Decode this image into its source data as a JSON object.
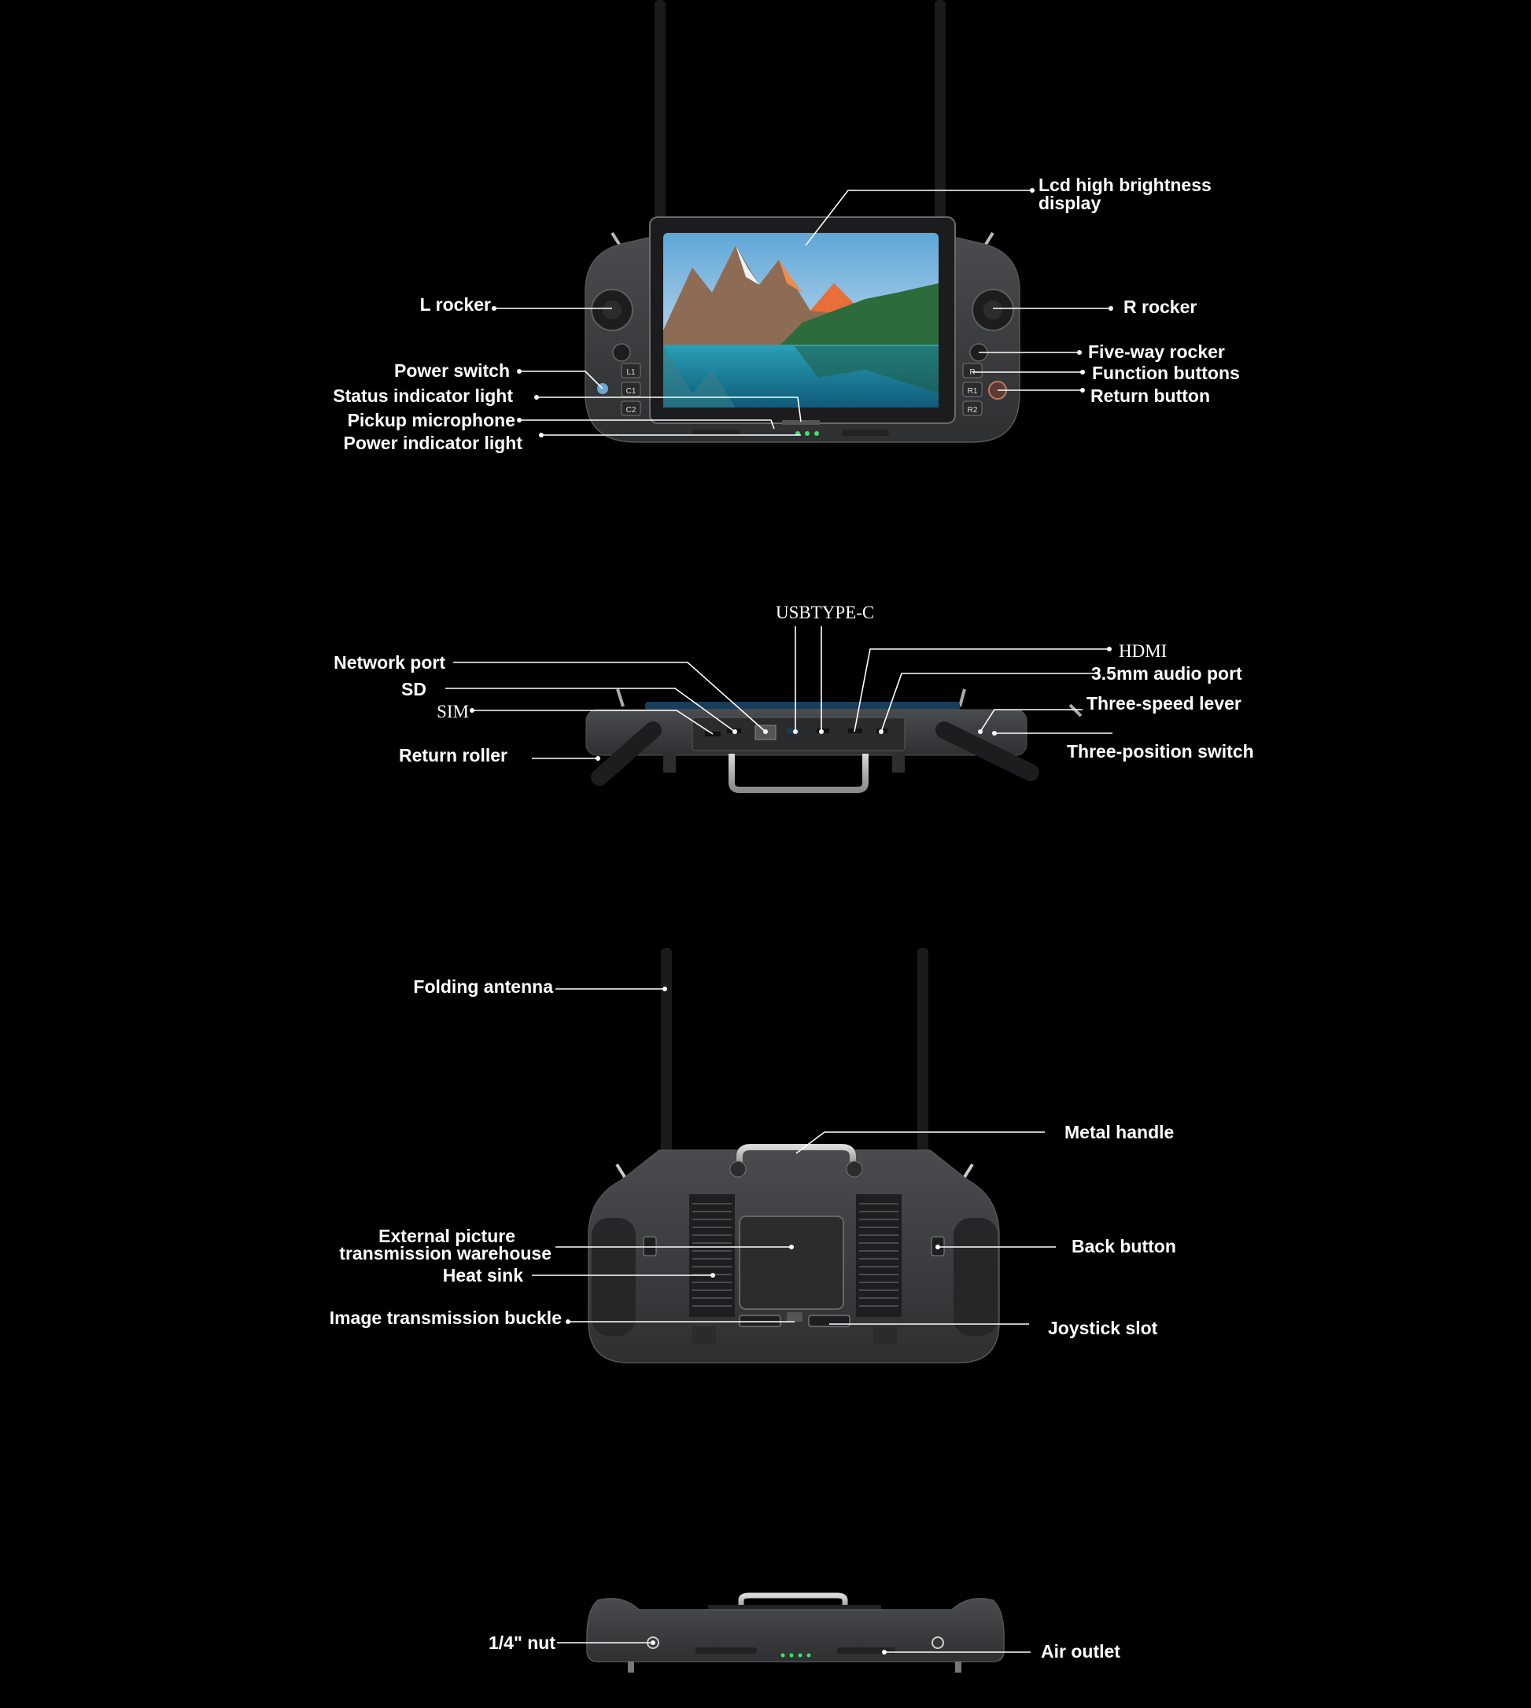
{
  "front_view": {
    "labels": {
      "lcd_display_line1": "Lcd high brightness",
      "lcd_display_line2": "display",
      "l_rocker": "L rocker",
      "r_rocker": "R rocker",
      "power_switch": "Power switch",
      "status_indicator": "Status indicator light",
      "pickup_microphone": "Pickup microphone",
      "power_indicator": "Power indicator light",
      "five_way_rocker": "Five-way rocker",
      "function_buttons": "Function buttons",
      "return_button": "Return button"
    },
    "buttons_left": [
      "L1",
      "C1",
      "C2"
    ],
    "buttons_right": [
      "R",
      "R1",
      "R2"
    ]
  },
  "top_view": {
    "labels": {
      "usb_type_c": "USBTYPE-C",
      "hdmi": "HDMI",
      "network_port": "Network port",
      "sd": "SD",
      "sim": "SIM",
      "audio_port": "3.5mm audio port",
      "three_speed_lever": "Three-speed lever",
      "three_position_switch": "Three-position switch",
      "return_roller": "Return roller"
    }
  },
  "back_view": {
    "labels": {
      "folding_antenna": "Folding antenna",
      "metal_handle": "Metal handle",
      "external_picture_line1": "External picture",
      "external_picture_line2": "transmission warehouse",
      "heat_sink": "Heat sink",
      "back_button": "Back button",
      "image_transmission_buckle": "Image transmission buckle",
      "joystick_slot": "Joystick slot"
    }
  },
  "bottom_view": {
    "labels": {
      "quarter_nut": "1/4\" nut",
      "air_outlet": "Air outlet"
    }
  },
  "colors": {
    "background": "#000000",
    "device_body": "#3a3b3d",
    "label_text": "#ffffff",
    "indicator_green": "#3be36a"
  }
}
